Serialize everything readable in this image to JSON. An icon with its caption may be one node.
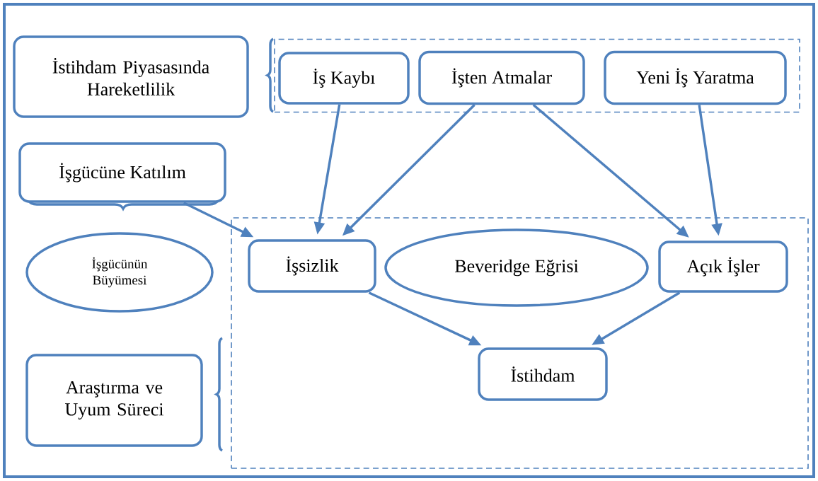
{
  "diagram": {
    "nodes": [
      {
        "text": [
          "İstihdam Piyasasında Hareketlilik"
        ]
      },
      {
        "text": [],
        "shape": "box"
      },
      {
        "text": [
          "İş Kaybı"
        ],
        "in": 1
      },
      {
        "text": [
          "İşten Atmalar"
        ],
        "in": 1
      },
      {
        "text": [
          "Yeni İş Yaratma"
        ],
        "in": 1
      },
      {
        "text": [
          "İşgücüne Katılım"
        ]
      },
      {
        "text": [
          "İşgücünün Büyümesi"
        ]
      },
      {
        "text": [],
        "shape": "box"
      },
      {
        "text": [
          "İşsizlik"
        ],
        "in": 7
      },
      {
        "text": [
          "Beveridge Eğrisi"
        ],
        "in": 7
      },
      {
        "text": [
          "Açık İşler"
        ],
        "in": 7
      },
      {
        "text": [
          "İstihdam"
        ],
        "in": 7
      },
      {
        "text": [
          "Araştırma ve Uyum Süreci"
        ]
      }
    ],
    "edges": [
      {
        "from": 2,
        "to": 8,
        "arrow": "to"
      },
      {
        "from": 3,
        "to": 8,
        "arrow": "to"
      },
      {
        "from": 3,
        "to": 10,
        "arrow": "to"
      },
      {
        "from": 4,
        "to": 10,
        "arrow": "to"
      },
      {
        "from": 5,
        "to": 8,
        "arrow": "to"
      },
      {
        "from": 8,
        "to": 11,
        "arrow": "to"
      },
      {
        "from": 10,
        "to": 11,
        "arrow": "to"
      }
    ]
  }
}
